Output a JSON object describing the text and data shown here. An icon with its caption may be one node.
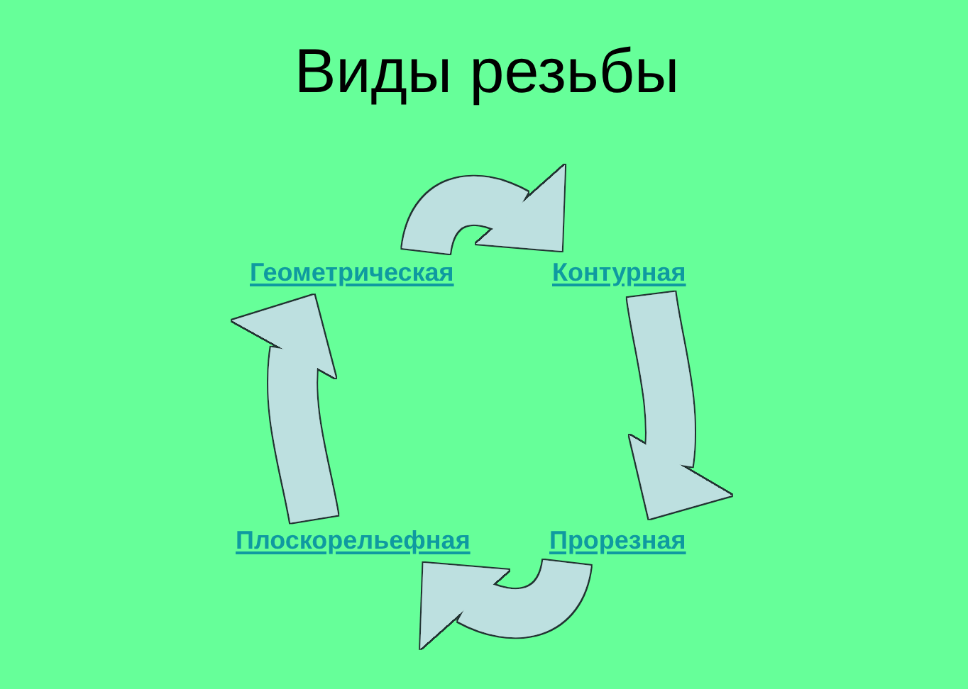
{
  "diagram": {
    "title": "Виды резьбы",
    "nodes": [
      {
        "text": [
          "Геометрическая"
        ]
      },
      {
        "text": [
          "Контурная"
        ]
      },
      {
        "text": [
          "Прорезная"
        ]
      },
      {
        "text": [
          "Плоскорельефная"
        ]
      }
    ],
    "edges": [
      {
        "from": 0,
        "to": 1,
        "arrow": "to"
      },
      {
        "from": 1,
        "to": 2,
        "arrow": "to"
      },
      {
        "from": 2,
        "to": 3,
        "arrow": "to"
      },
      {
        "from": 3,
        "to": 0,
        "arrow": "to"
      }
    ]
  }
}
